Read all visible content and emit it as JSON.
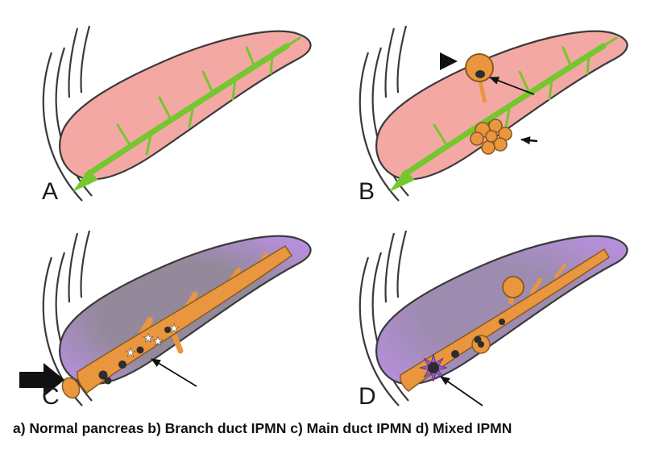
{
  "figure": {
    "caption": "a) Normal pancreas b) Branch duct IPMN c) Main duct IPMN d) Mixed IPMN",
    "panels": [
      {
        "label": "A"
      },
      {
        "label": "B"
      },
      {
        "label": "C"
      },
      {
        "label": "D"
      }
    ],
    "icons": {
      "star": "★"
    },
    "colors": {
      "background": "#ffffff",
      "outline": "#3a3a3a",
      "pancreas_pink": "#f4a8a4",
      "duct_green": "#74c72e",
      "lesion_orange": "#e9963e",
      "lesion_outline": "#8a5a1e",
      "parenchyma_purple": "#b58fd9",
      "parenchyma_gray": "#93899b",
      "parenchyma_gray_purple": "#9d8bb0",
      "nodule_dark": "#2d2d2d",
      "annotation_black": "#111111",
      "starburst_purple": "#9a5fc9",
      "star_white": "#ffffff"
    }
  }
}
